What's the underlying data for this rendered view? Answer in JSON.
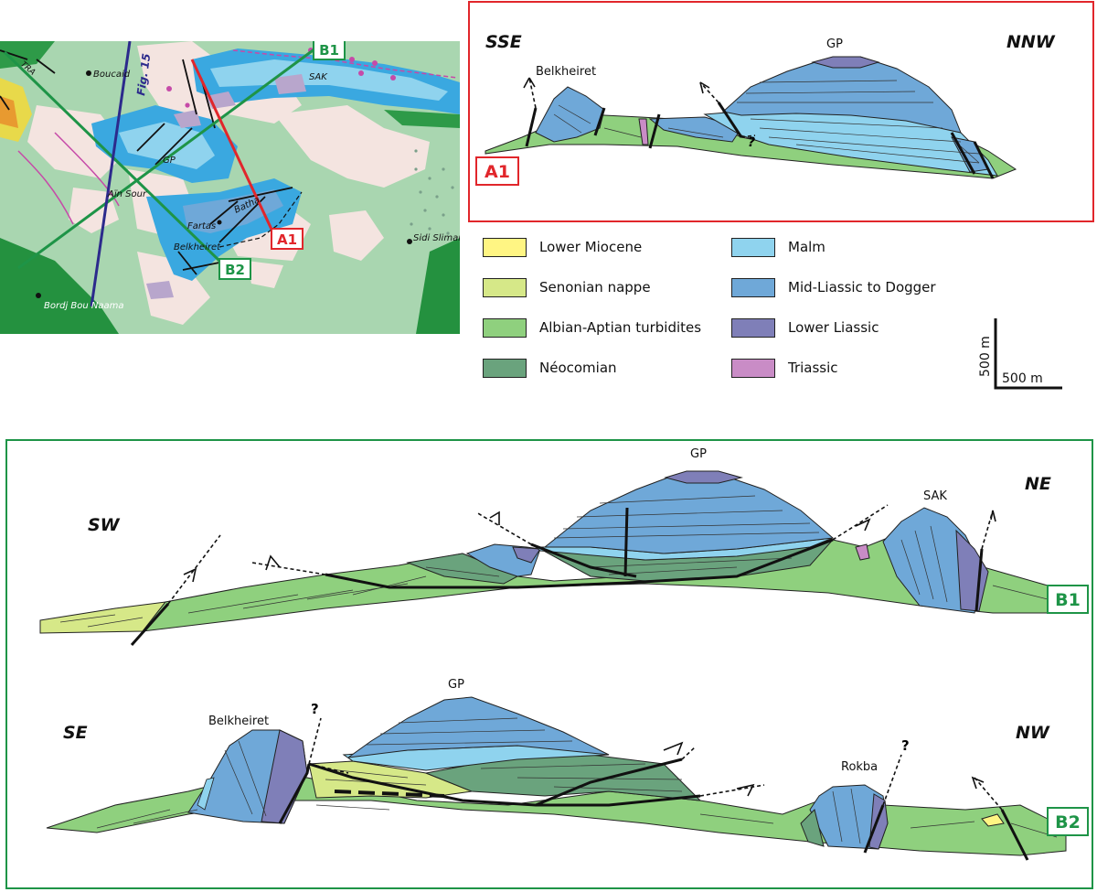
{
  "map": {
    "labels": {
      "boucaid": "Boucaid",
      "fig15": "Fig. 15",
      "sak": "SAK",
      "gp": "GP",
      "ain_sour": "Aïn Sour",
      "fartas": "Fartas",
      "batha": "Batha",
      "belkheiret": "Belkheiret",
      "sidi_slimane": "Sidi Slimane",
      "bordj": "Bordj Bou Naama",
      "tra": "TRA"
    },
    "badges": {
      "a1": "A1",
      "b1": "B1",
      "b2": "B2"
    }
  },
  "section_a1": {
    "id": "A1",
    "left_dir": "SSE",
    "right_dir": "NNW",
    "gp": "GP",
    "belkheiret": "Belkheiret",
    "question": "?"
  },
  "legend": {
    "items": [
      {
        "label": "Lower Miocene",
        "color": "#fff583"
      },
      {
        "label": "Senonian nappe",
        "color": "#d6e888"
      },
      {
        "label": "Albian-Aptian turbidites",
        "color": "#8fd07e"
      },
      {
        "label": "Néocomian",
        "color": "#6aa37d"
      },
      {
        "label": "Malm",
        "color": "#8fd3ee"
      },
      {
        "label": "Mid-Liassic to Dogger",
        "color": "#6fa8d8"
      },
      {
        "label": "Lower Liassic",
        "color": "#7f7fb8"
      },
      {
        "label": "Triassic",
        "color": "#c98cc6"
      }
    ]
  },
  "scale": {
    "vertical": "500 m",
    "horizontal": "500 m"
  },
  "section_b1": {
    "id": "B1",
    "left_dir": "SW",
    "right_dir": "NE",
    "gp": "GP",
    "sak": "SAK"
  },
  "section_b2": {
    "id": "B2",
    "left_dir": "SE",
    "right_dir": "NW",
    "gp": "GP",
    "belkheiret": "Belkheiret",
    "rokba": "Rokba",
    "question": "?"
  },
  "colors": {
    "a1_frame": "#e1262b",
    "b_frame": "#1e9447",
    "albian": "#8fd07e",
    "neocomian": "#6aa37d",
    "malm": "#8fd3ee",
    "dogger": "#6fa8d8",
    "lower_liassic": "#7f7fb8",
    "triassic": "#c98cc6",
    "senonian": "#d6e888",
    "miocene": "#fff583"
  }
}
